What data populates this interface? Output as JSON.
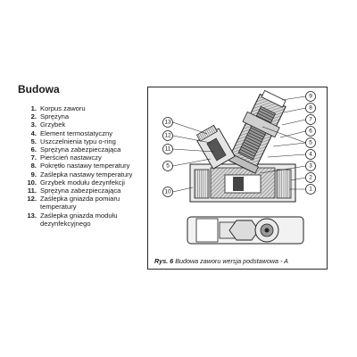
{
  "section": {
    "title": "Budowa"
  },
  "parts": [
    {
      "num": "1.",
      "label": "Korpus zaworu"
    },
    {
      "num": "2.",
      "label": "Sprężyna"
    },
    {
      "num": "3.",
      "label": "Grzybek"
    },
    {
      "num": "4.",
      "label": "Element termostatyczny"
    },
    {
      "num": "5.",
      "label": "Uszczelnienia typu o-ring"
    },
    {
      "num": "6.",
      "label": "Sprężyna zabezpieczająca"
    },
    {
      "num": "7.",
      "label": "Pierścień nastawczy"
    },
    {
      "num": "8.",
      "label": "Pokrętło nastawy temperatury"
    },
    {
      "num": "9.",
      "label": "Zaślepka nastawy temperatury"
    },
    {
      "num": "10.",
      "label": "Grzybek modułu dezynfekcji"
    },
    {
      "num": "11.",
      "label": "Sprężyna zabezpieczająca"
    },
    {
      "num": "12.",
      "label": "Zaślepka gniazda pomiaru temperatury"
    },
    {
      "num": "13.",
      "label": "Zaślepka gniazda modułu dezynfekcyjnego"
    }
  ],
  "figure": {
    "caption_prefix": "Rys. 6",
    "caption_text": "Budowa zaworu wersja podstawowa - A",
    "callouts": [
      "9",
      "8",
      "7",
      "6",
      "5",
      "4",
      "3",
      "2",
      "1",
      "13",
      "12",
      "11",
      "5",
      "10"
    ]
  }
}
